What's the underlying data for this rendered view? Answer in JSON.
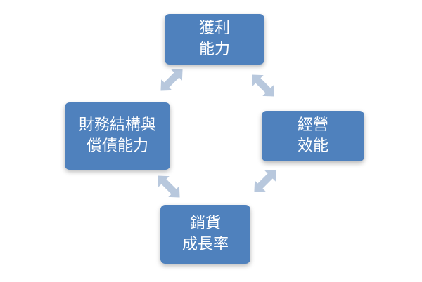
{
  "nodes": {
    "top": {
      "line1": "獲利",
      "line2": "能力"
    },
    "right": {
      "line1": "經營",
      "line2": "效能"
    },
    "bottom": {
      "line1": "銷貨",
      "line2": "成長率"
    },
    "left": {
      "line1": "財務結構與",
      "line2": "償債能力"
    }
  },
  "colors": {
    "box_fill": "#4f81bd",
    "box_text": "#ffffff",
    "arrow_fill": "#b8c8dd"
  },
  "connectors": [
    {
      "from": "top",
      "to": "right",
      "type": "double-arrow"
    },
    {
      "from": "right",
      "to": "bottom",
      "type": "double-arrow"
    },
    {
      "from": "bottom",
      "to": "left",
      "type": "double-arrow"
    },
    {
      "from": "left",
      "to": "top",
      "type": "double-arrow"
    }
  ]
}
